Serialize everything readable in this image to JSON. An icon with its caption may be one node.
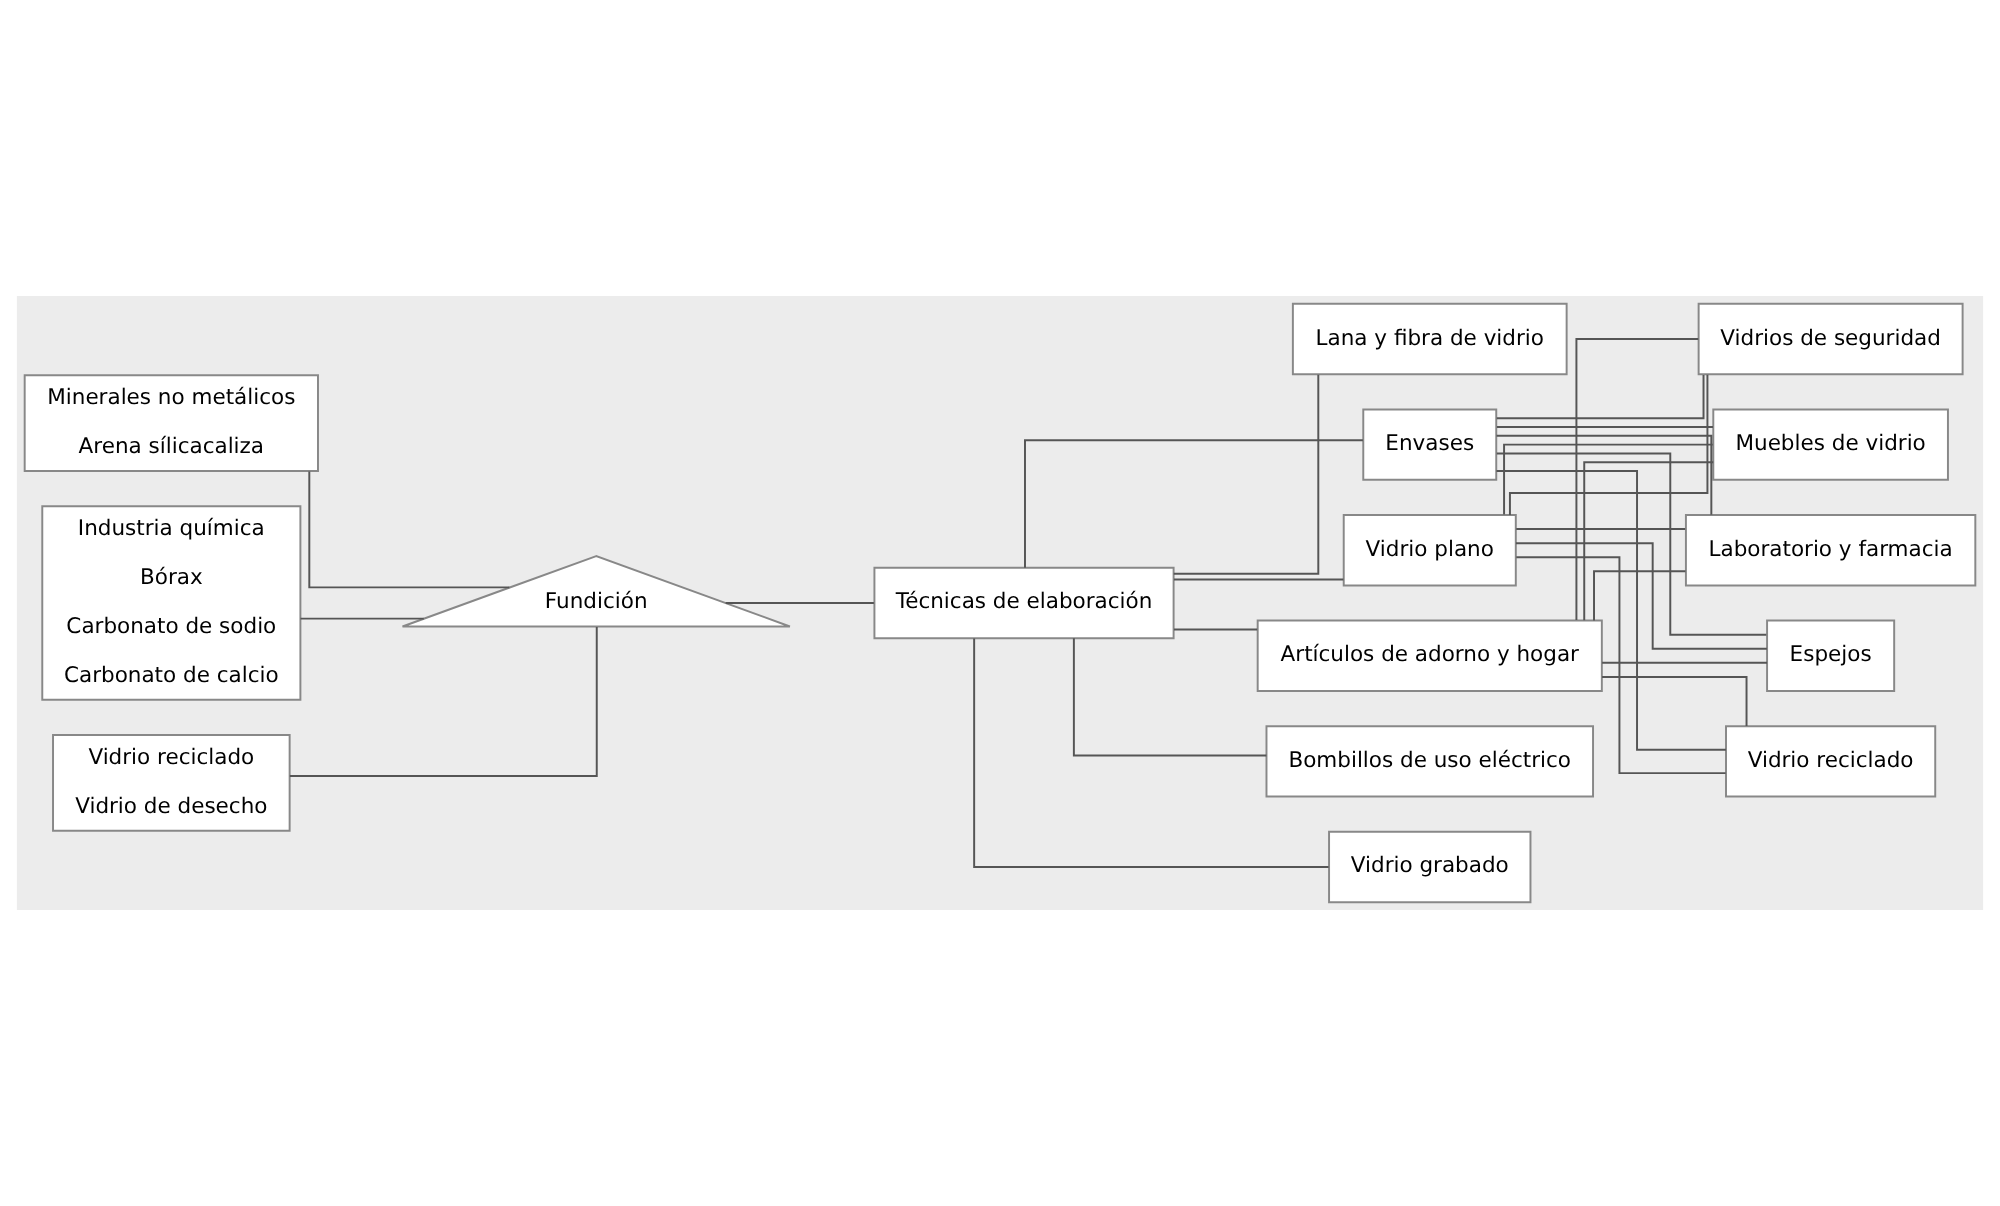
{
  "diagram": {
    "nodes": [
      {
        "text": [
          "Minerales no metálicos",
          "Arena sílicacaliza"
        ]
      },
      {
        "text": [
          "Industria química",
          "Bórax",
          "Carbonato de sodio",
          "Carbonato de calcio"
        ]
      },
      {
        "text": [
          "Vidrio reciclado",
          "Vidrio de desecho"
        ]
      },
      {
        "text": [
          "Fundición"
        ]
      },
      {
        "text": [
          "Técnicas de elaboración"
        ]
      },
      {
        "text": [
          "Lana y fibra de vidrio"
        ]
      },
      {
        "text": [
          "Envases"
        ]
      },
      {
        "text": [
          "Vidrio plano"
        ]
      },
      {
        "text": [
          "Artículos de adorno y hogar"
        ]
      },
      {
        "text": [
          "Bombillos de uso eléctrico"
        ]
      },
      {
        "text": [
          "Vidrio grabado"
        ]
      },
      {
        "text": [
          "Muebles de vidrio"
        ]
      },
      {
        "text": [
          "Laboratorio y farmacia"
        ]
      },
      {
        "text": [
          "Espejos"
        ]
      },
      {
        "text": [
          "Vidrio reciclado"
        ]
      },
      {
        "text": [
          "Vidrios de seguridad"
        ]
      }
    ],
    "edges": [
      {
        "from": 0,
        "to": 3,
        "arrow": "none"
      },
      {
        "from": 1,
        "to": 3,
        "arrow": "none"
      },
      {
        "from": 2,
        "to": 3,
        "arrow": "none"
      },
      {
        "from": 3,
        "to": 4,
        "arrow": "none"
      },
      {
        "from": 4,
        "to": 5,
        "arrow": "none"
      },
      {
        "from": 4,
        "to": 6,
        "arrow": "none"
      },
      {
        "from": 4,
        "to": 7,
        "arrow": "none"
      },
      {
        "from": 4,
        "to": 8,
        "arrow": "none"
      },
      {
        "from": 4,
        "to": 9,
        "arrow": "none"
      },
      {
        "from": 4,
        "to": 10,
        "arrow": "none"
      },
      {
        "from": 6,
        "to": 11,
        "arrow": "none"
      },
      {
        "from": 6,
        "to": 12,
        "arrow": "none"
      },
      {
        "from": 6,
        "to": 13,
        "arrow": "none"
      },
      {
        "from": 6,
        "to": 14,
        "arrow": "none"
      },
      {
        "from": 6,
        "to": 15,
        "arrow": "none"
      },
      {
        "from": 7,
        "to": 11,
        "arrow": "none"
      },
      {
        "from": 7,
        "to": 12,
        "arrow": "none"
      },
      {
        "from": 7,
        "to": 13,
        "arrow": "none"
      },
      {
        "from": 7,
        "to": 14,
        "arrow": "none"
      },
      {
        "from": 7,
        "to": 15,
        "arrow": "none"
      },
      {
        "from": 8,
        "to": 11,
        "arrow": "none"
      },
      {
        "from": 8,
        "to": 12,
        "arrow": "none"
      },
      {
        "from": 8,
        "to": 13,
        "arrow": "none"
      },
      {
        "from": 8,
        "to": 14,
        "arrow": "none"
      },
      {
        "from": 8,
        "to": 15,
        "arrow": "none"
      }
    ]
  }
}
